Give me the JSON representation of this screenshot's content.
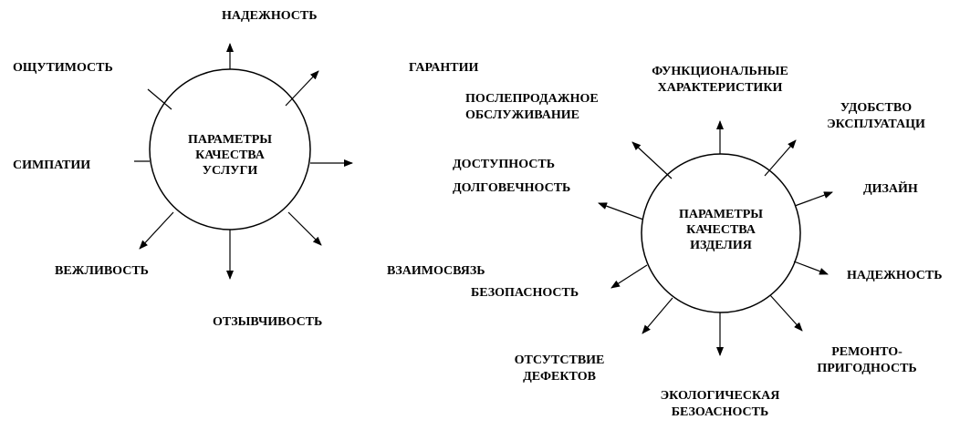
{
  "service": {
    "center": "ПАРАМЕТРЫ\nКАЧЕСТВА\nУСЛУГИ",
    "labels": {
      "reliability": "НАДЕЖНОСТЬ",
      "tangibility": "ОЩУТИМОСТЬ",
      "guarantees": "ГАРАНТИИ",
      "sympathy": "СИМПАТИИ",
      "politeness": "ВЕЖЛИВОСТЬ",
      "responsiveness": "ОТЗЫВЧИВОСТЬ"
    }
  },
  "product": {
    "center": "ПАРАМЕТРЫ\nКАЧЕСТВА\nИЗДЕЛИЯ",
    "labels": {
      "after_sales": "ПОСЛЕПРОДАЖНОЕ\nОБСЛУЖИВАНИЕ",
      "functional": "ФУНКЦИОНАЛЬНЫЕ\nХАРАКТЕРИСТИКИ",
      "usability": "УДОБСТВО\nЭКСПЛУАТАЦИ",
      "accessibility": "ДОСТУПНОСТЬ",
      "durability": "ДОЛГОВЕЧНОСТЬ",
      "design": "ДИЗАЙН",
      "interconnection": "ВЗАИМОСВЯЗЬ",
      "reliability": "НАДЕЖНОСТЬ",
      "safety": "БЕЗОПАСНОСТЬ",
      "no_defects": "ОТСУТСТВИЕ\nДЕФЕКТОВ",
      "repairability": "РЕМОНТО-\nПРИГОДНОСТЬ",
      "ecological": "ЭКОЛОГИЧЕСКАЯ\nБЕЗОАСНОСТЬ"
    }
  }
}
